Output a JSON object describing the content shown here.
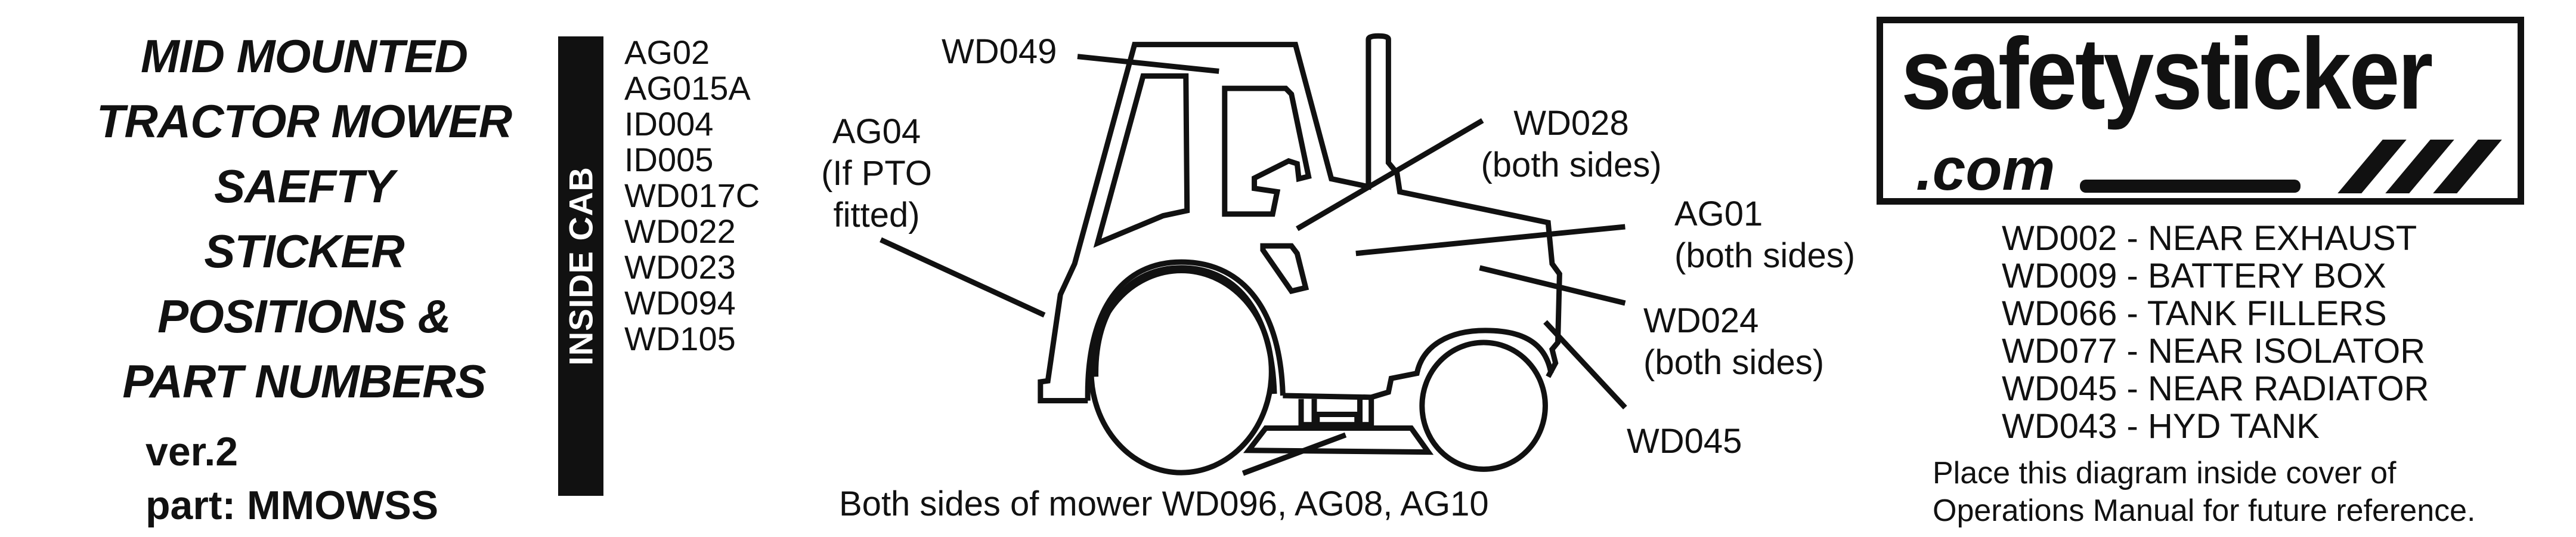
{
  "title_lines": [
    "MID MOUNTED",
    "TRACTOR MOWER",
    "SAEFTY",
    "STICKER",
    "POSITIONS &",
    "PART NUMBERS"
  ],
  "version": "ver.2",
  "part": "part: MMOWSS",
  "inside_cab": {
    "label": "INSIDE CAB",
    "items": [
      "AG02",
      "AG015A",
      "ID004",
      "ID005",
      "WD017C",
      "WD022",
      "WD023",
      "WD094",
      "WD105"
    ]
  },
  "diagram": {
    "wd049": "WD049",
    "ag04": [
      "AG04",
      "(If PTO",
      "fitted)"
    ],
    "wd028": [
      "WD028",
      "(both sides)"
    ],
    "ag01": [
      "AG01",
      "(both sides)"
    ],
    "wd024": [
      "WD024",
      "(both sides)"
    ],
    "wd045": "WD045",
    "mower": "Both sides of mower WD096, AG08, AG10"
  },
  "logo": {
    "name": "safetysticker",
    "suffix": ".com"
  },
  "locations": [
    "WD002 - NEAR EXHAUST",
    "WD009 - BATTERY BOX",
    "WD066 - TANK FILLERS",
    "WD077 - NEAR ISOLATOR",
    "WD045 - NEAR RADIATOR",
    "WD043 - HYD TANK"
  ],
  "note": [
    "Place this diagram inside cover of",
    "Operations Manual for future reference."
  ],
  "colors": {
    "ink": "#111111",
    "background": "#ffffff"
  }
}
